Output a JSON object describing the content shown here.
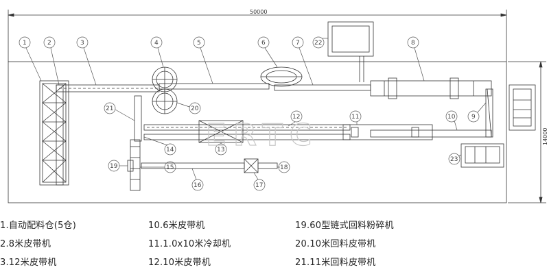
{
  "dimensions": {
    "overall_length": "50000",
    "overall_width": "14000"
  },
  "watermark": "ERTC",
  "callouts": [
    "1",
    "2",
    "3",
    "4",
    "5",
    "6",
    "7",
    "8",
    "9",
    "10",
    "11",
    "12",
    "13",
    "14",
    "15",
    "16",
    "17",
    "18",
    "19",
    "20",
    "21",
    "22",
    "23"
  ],
  "legend": {
    "col1": [
      "1.自动配料仓(5仓)",
      "2.8米皮带机",
      "3.12米皮带机"
    ],
    "col2": [
      "10.6米皮带机",
      "11.1.0x10米冷却机",
      "12.10米皮带机"
    ],
    "col3": [
      "19.60型链式回料粉碎机",
      "20.10米回料皮带机",
      "21.11米回料皮带机"
    ]
  }
}
